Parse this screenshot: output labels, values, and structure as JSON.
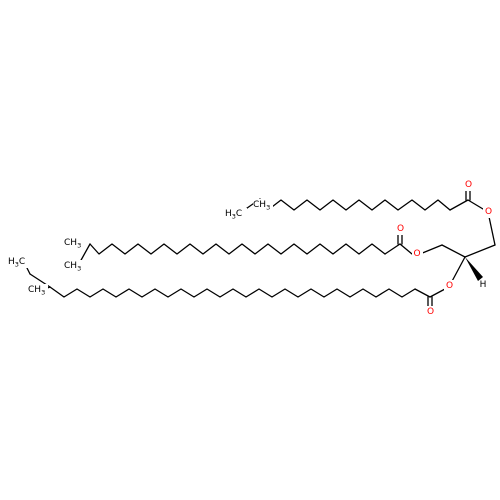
{
  "colors": {
    "bond": "#000000",
    "oxygen": "#ff0000",
    "carbon": "#000000"
  },
  "atoms": {
    "o_ester_top": "O",
    "o_carbonyl_top": "O",
    "o_ester_mid": "O",
    "o_carbonyl_mid": "O",
    "o_ester_low": "O",
    "o_carbonyl_low": "O",
    "h_stereo": "H"
  },
  "groups": {
    "methyl_a": {
      "main": "CH",
      "sub": "3"
    },
    "ethyl_ch3": {
      "main": "H",
      "sub": "3",
      "tail": "C"
    },
    "methyl_b": {
      "main": "CH",
      "sub": "3"
    },
    "methyl_c": {
      "main": "CH",
      "sub": "3"
    },
    "ethyl_low_ch3": {
      "main": "H",
      "sub": "3",
      "tail": "C"
    },
    "methyl_d": {
      "main": "CH",
      "sub": "3"
    }
  }
}
